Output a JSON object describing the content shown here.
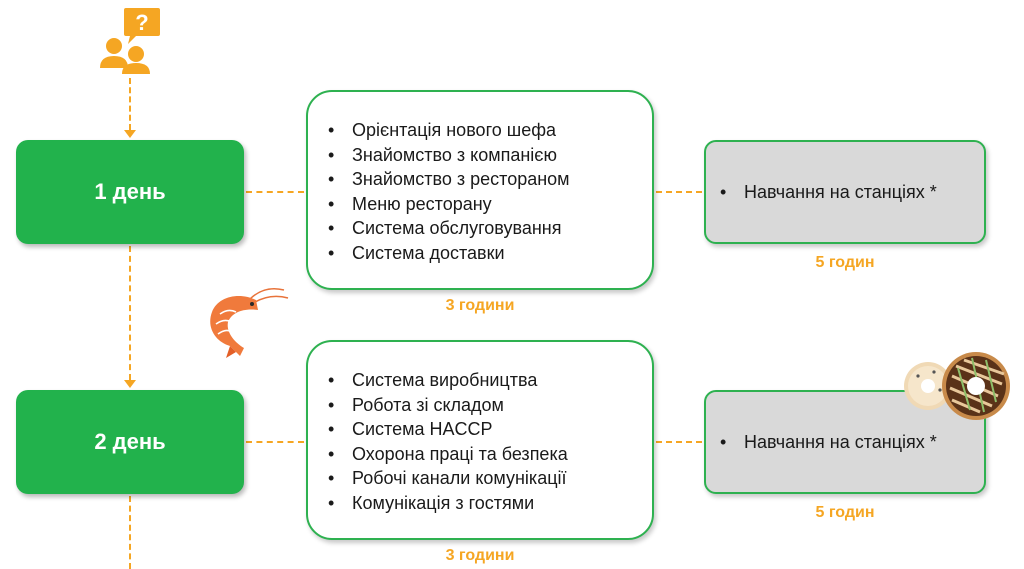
{
  "days": [
    {
      "label": "1 день",
      "topics": [
        "Орієнтація нового шефа",
        "Знайомство з компанією",
        "Знайомство з рестораном",
        "Меню ресторану",
        "Система обслуговування",
        "Система доставки"
      ],
      "topics_hours": "3 години",
      "station": "Навчання на станціях *",
      "station_hours": "5 годин"
    },
    {
      "label": "2 день",
      "topics": [
        "Система виробництва",
        "Робота зі складом",
        "Система HACCP",
        "Охорона праці та безпека",
        "Робочі канали комунікації",
        "Комунікація з гостями"
      ],
      "topics_hours": "3 години",
      "station": "Навчання на станціях *",
      "station_hours": "5 годин"
    }
  ],
  "colors": {
    "day_box": "#22B24C",
    "connector": "#F5A623",
    "hours_text": "#F5A623",
    "station_bg": "#D9D9D9",
    "border": "#2EB150"
  },
  "icons": [
    "people-question-icon",
    "shrimp-icon",
    "donut-icon"
  ]
}
